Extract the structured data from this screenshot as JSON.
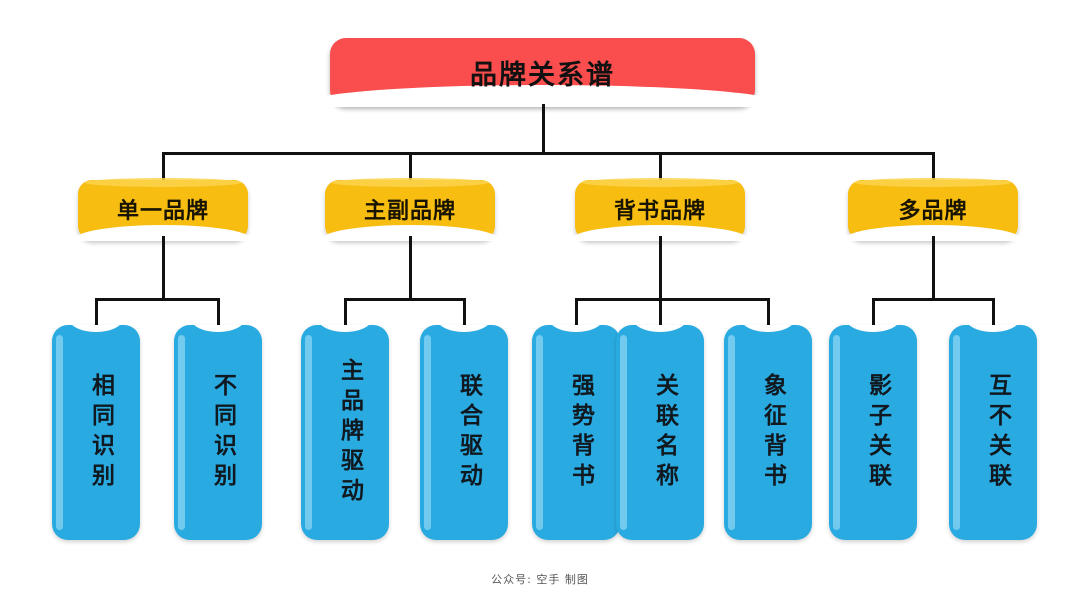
{
  "diagram": {
    "title": "品牌关系谱",
    "root": {
      "label": "品牌关系谱",
      "color": "#fa4d4d"
    },
    "level2_color": "#f7bd10",
    "level3_color": "#29abe2",
    "line_color": "#111111",
    "branches": [
      {
        "label": "单一品牌",
        "children": [
          {
            "label": "相同识别"
          },
          {
            "label": "不同识别"
          }
        ]
      },
      {
        "label": "主副品牌",
        "children": [
          {
            "label": "主品牌驱动"
          },
          {
            "label": "联合驱动"
          }
        ]
      },
      {
        "label": "背书品牌",
        "children": [
          {
            "label": "强势背书"
          },
          {
            "label": "关联名称"
          },
          {
            "label": "象征背书"
          }
        ]
      },
      {
        "label": "多品牌",
        "children": [
          {
            "label": "影子关联"
          },
          {
            "label": "互不关联"
          }
        ]
      }
    ]
  },
  "footer": {
    "credit": "公众号: 空手 制图"
  }
}
